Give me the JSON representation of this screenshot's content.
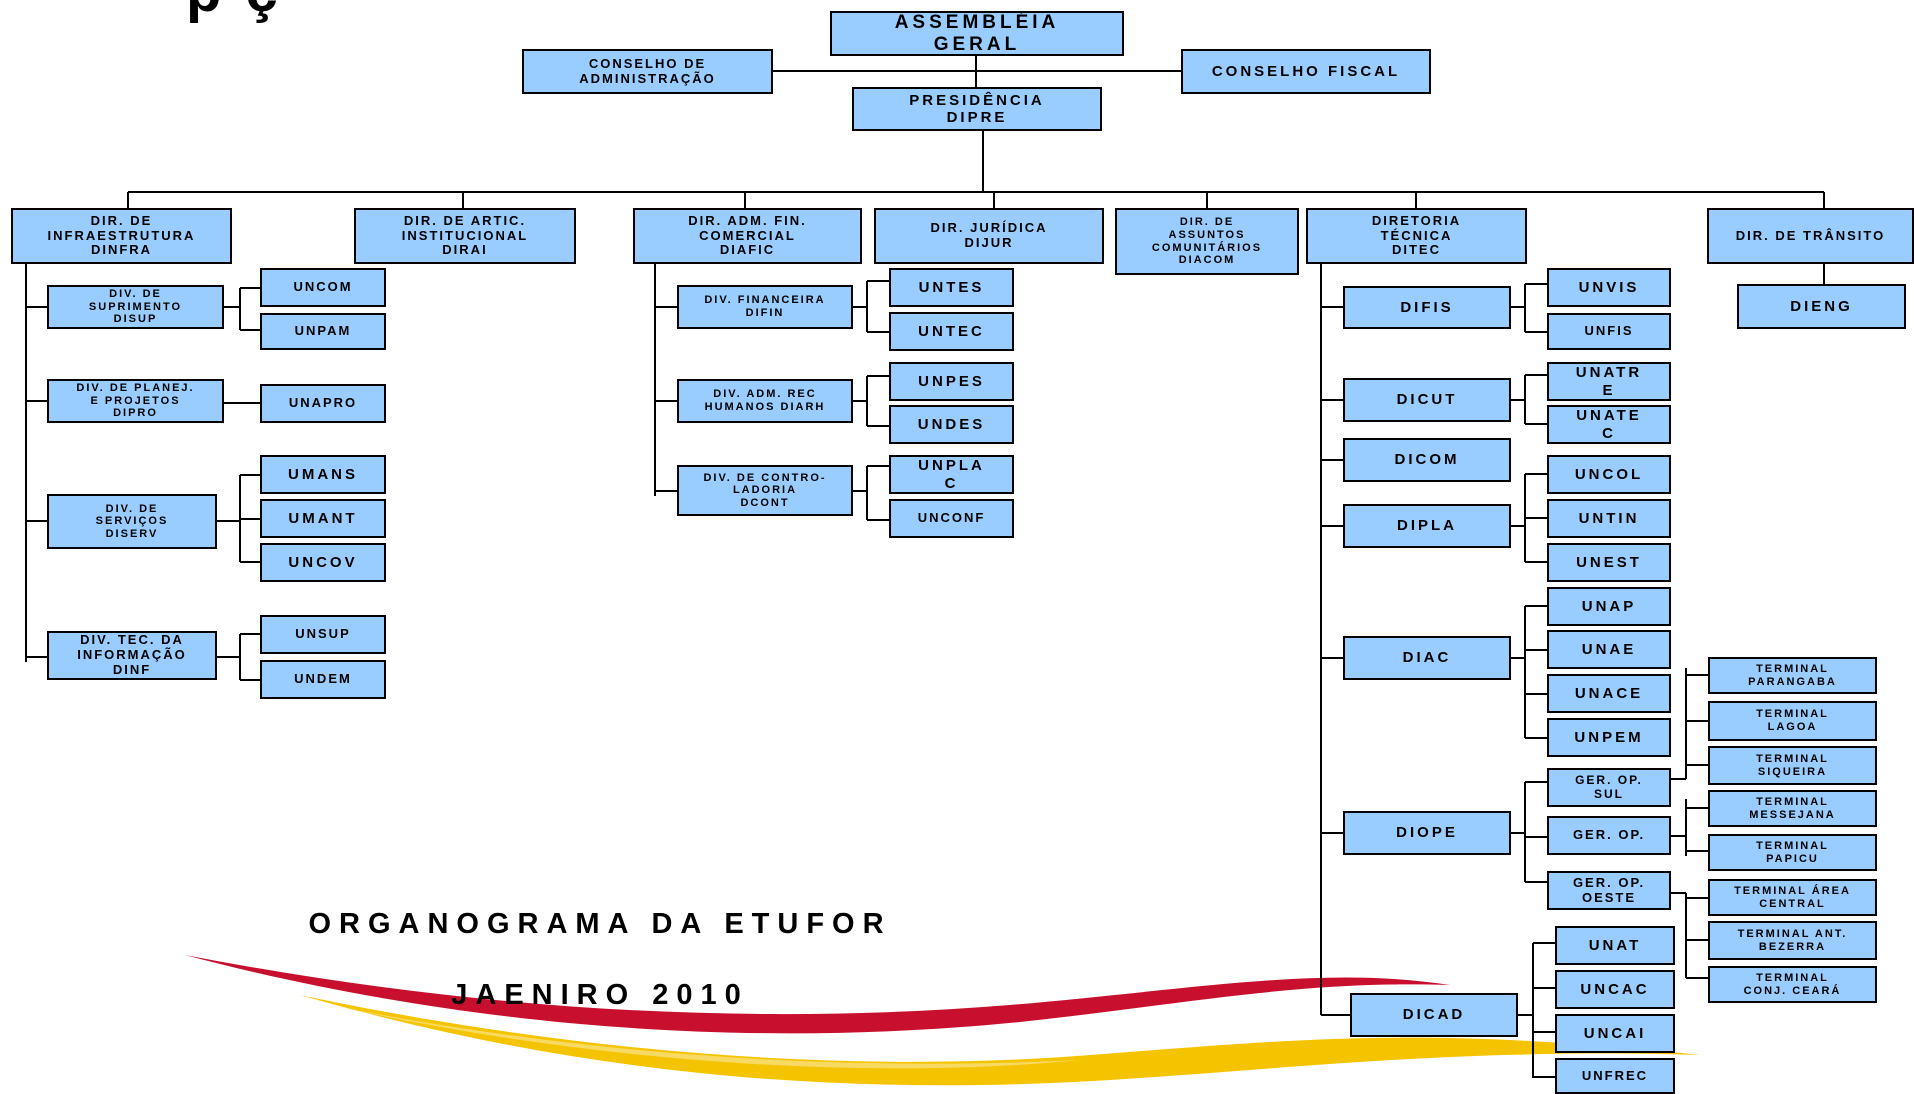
{
  "top_title_fragment": "p    ç",
  "caption": {
    "line1": "ORGANOGRAMA DA ETUFOR",
    "line2": "JAENIRO 2010"
  },
  "colors": {
    "box_fill": "#99ccff",
    "border": "#000000",
    "swoosh_red": "#c8102e",
    "swoosh_yellow": "#f5c400"
  },
  "top": {
    "assembleia": "ASSEMBLÉIA\nGERAL",
    "conselho_admin": "CONSELHO DE\nADMINISTRAÇÃO",
    "conselho_fiscal": "CONSELHO FISCAL",
    "presidencia": "PRESIDÊNCIA\nDIPRE"
  },
  "directorates": {
    "dinfra": "DIR. DE\nINFRAESTRUTURA\nDINFRA",
    "dirai": "DIR. DE ARTIC.\nINSTITUCIONAL\nDIRAI",
    "diafic": "DIR. ADM. FIN.\nCOMERCIAL\nDIAFIC",
    "dijur": "DIR. JURÍDICA\nDIJUR",
    "diacom": "DIR. DE\nASSUNTOS\nCOMUNITÁRIOS\nDIACOM",
    "ditec": "DIRETORIA\nTÉCNICA\nDITEC",
    "transito": "DIR. DE TRÂNSITO"
  },
  "dinfra_divisions": {
    "disup": "DIV. DE\nSUPRIMENTO\nDISUP",
    "dipro": "DIV. DE PLANEJ.\nE PROJETOS\nDIPRO",
    "diserv": "DIV. DE\nSERVIÇOS\nDISERV",
    "dinf": "DIV. TEC. DA\nINFORMAÇÃO\nDINF"
  },
  "dinfra_units": {
    "uncom": "UNCOM",
    "unpam": "UNPAM",
    "unapro": "UNAPRO",
    "umans": "UMANS",
    "umant": "UMANT",
    "uncov": "UNCOV",
    "unsup": "UNSUP",
    "undem": "UNDEM"
  },
  "diafic_divisions": {
    "difin": "DIV. FINANCEIRA\nDIFIN",
    "diarh": "DIV. ADM. REC\nHUMANOS DIARH",
    "dcont": "DIV. DE CONTRO-\nLADORIA\nDCONT"
  },
  "diafic_units": {
    "untes": "UNTES",
    "untec": "UNTEC",
    "unpes": "UNPES",
    "undes": "UNDES",
    "unplac": "UNPLA\nC",
    "unconf": "UNCONF"
  },
  "ditec_divisions": {
    "difis": "DIFIS",
    "dicut": "DICUT",
    "dicom": "DICOM",
    "dipla": "DIPLA",
    "diac": "DIAC",
    "diope": "DIOPE",
    "dicad": "DICAD"
  },
  "ditec_units": {
    "unvis": "UNVIS",
    "unfis": "UNFIS",
    "unatre": "UNATR\nE",
    "unatec": "UNATE\nC",
    "uncol": "UNCOL",
    "untin": "UNTIN",
    "unest": "UNEST",
    "unap": "UNAP",
    "unae": "UNAE",
    "unace": "UNACE",
    "unpem": "UNPEM",
    "ger_sul": "GER. OP.\nSUL",
    "ger_op": "GER. OP.",
    "ger_oeste": "GER. OP.\nOESTE",
    "unat": "UNAT",
    "uncac": "UNCAC",
    "uncai": "UNCAI",
    "unfrec": "UNFREC"
  },
  "terminals": {
    "parangaba": "TERMINAL\nPARANGABA",
    "lagoa": "TERMINAL\nLAGOA",
    "siqueira": "TERMINAL\nSIQUEIRA",
    "messejana": "TERMINAL\nMESSEJANA",
    "papicu": "TERMINAL\nPAPICU",
    "area_central": "TERMINAL ÁREA\nCENTRAL",
    "ant_bezerra": "TERMINAL ANT.\nBEZERRA",
    "conj_ceara": "TERMINAL\nCONJ. CEARÁ"
  },
  "transito_units": {
    "dieng": "DIENG"
  }
}
